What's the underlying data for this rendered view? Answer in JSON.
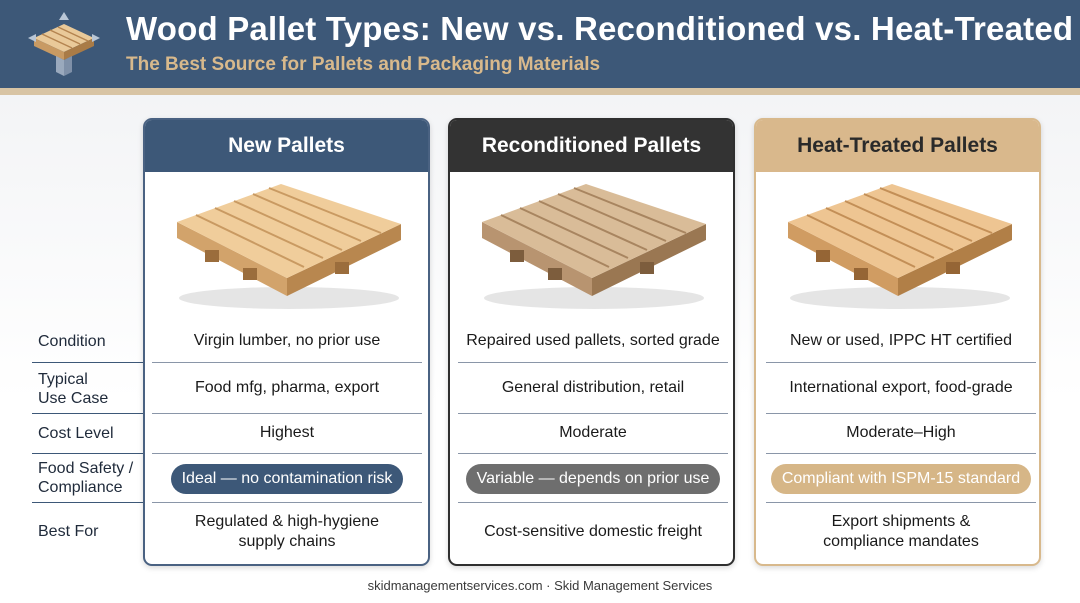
{
  "header": {
    "title": "Wood Pallet Types: New vs. Reconditioned vs. Heat-Treated",
    "subtitle": "The Best Source for Pallets and Packaging Materials",
    "logo_icon": "pallet-logo-icon"
  },
  "row_labels": {
    "condition": "Condition",
    "use_case_1": "Typical",
    "use_case_2": "Use Case",
    "cost": "Cost Level",
    "safety_1": "Food Safety /",
    "safety_2": "Compliance",
    "best_for": "Best For"
  },
  "columns": [
    {
      "title": "New Pallets",
      "condition": "Virgin lumber, no prior use",
      "use_case": "Food mfg, pharma, export",
      "cost": "Highest",
      "safety": "Ideal — no contamination risk",
      "best_for_1": "Regulated & high-hygiene",
      "best_for_2": "supply chains",
      "accent": "#3d5878"
    },
    {
      "title": "Reconditioned Pallets",
      "condition": "Repaired used pallets, sorted grade",
      "use_case": "General distribution, retail",
      "cost": "Moderate",
      "safety": "Variable — depends on prior use",
      "best_for_1": "Cost-sensitive domestic freight",
      "best_for_2": "",
      "accent": "#333333"
    },
    {
      "title": "Heat-Treated Pallets",
      "condition": "New or used, IPPC HT certified",
      "use_case": "International export, food-grade",
      "cost": "Moderate–High",
      "safety": "Compliant with ISPM-15 standard",
      "best_for_1": "Export shipments &",
      "best_for_2": "compliance mandates",
      "accent": "#d9b88c"
    }
  ],
  "footer": "skidmanagementservices.com · Skid Management Services"
}
